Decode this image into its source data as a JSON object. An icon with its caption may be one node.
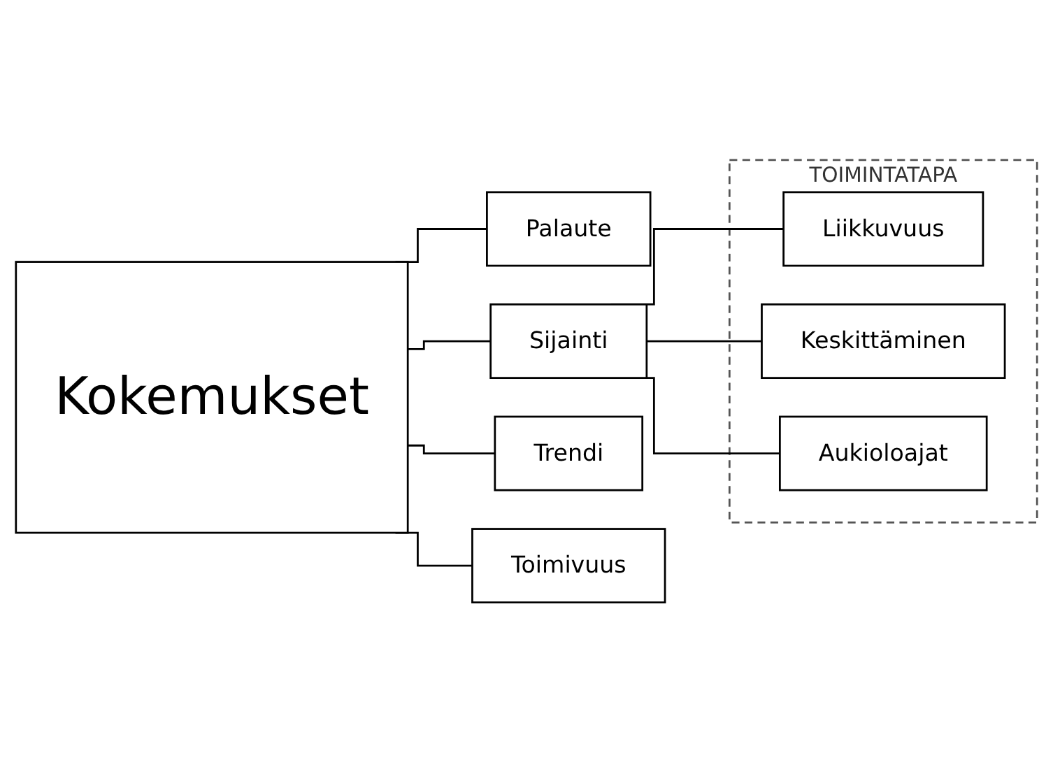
{
  "diagram": {
    "nodes": [
      {
        "text": [
          "Kokemukset"
        ]
      },
      {
        "text": [
          "Palaute"
        ]
      },
      {
        "text": [
          "Sijainti"
        ]
      },
      {
        "text": [
          "Trendi"
        ]
      },
      {
        "text": [
          "Toimivuus"
        ]
      },
      {
        "text": [
          "TOIMINTATAPA"
        ]
      },
      {
        "text": [
          "Liikkuvuus"
        ],
        "in": 5
      },
      {
        "text": [
          "Keskittäminen"
        ],
        "in": 5
      },
      {
        "text": [
          "Aukioloajat"
        ],
        "in": 5
      }
    ],
    "edges": [
      {
        "from": 0,
        "to": 1,
        "arrow": "none"
      },
      {
        "from": 0,
        "to": 2,
        "arrow": "none"
      },
      {
        "from": 0,
        "to": 3,
        "arrow": "none"
      },
      {
        "from": 0,
        "to": 4,
        "arrow": "none"
      },
      {
        "from": 2,
        "to": 6,
        "arrow": "none"
      },
      {
        "from": 2,
        "to": 7,
        "arrow": "none"
      },
      {
        "from": 2,
        "to": 8,
        "arrow": "none"
      }
    ]
  }
}
